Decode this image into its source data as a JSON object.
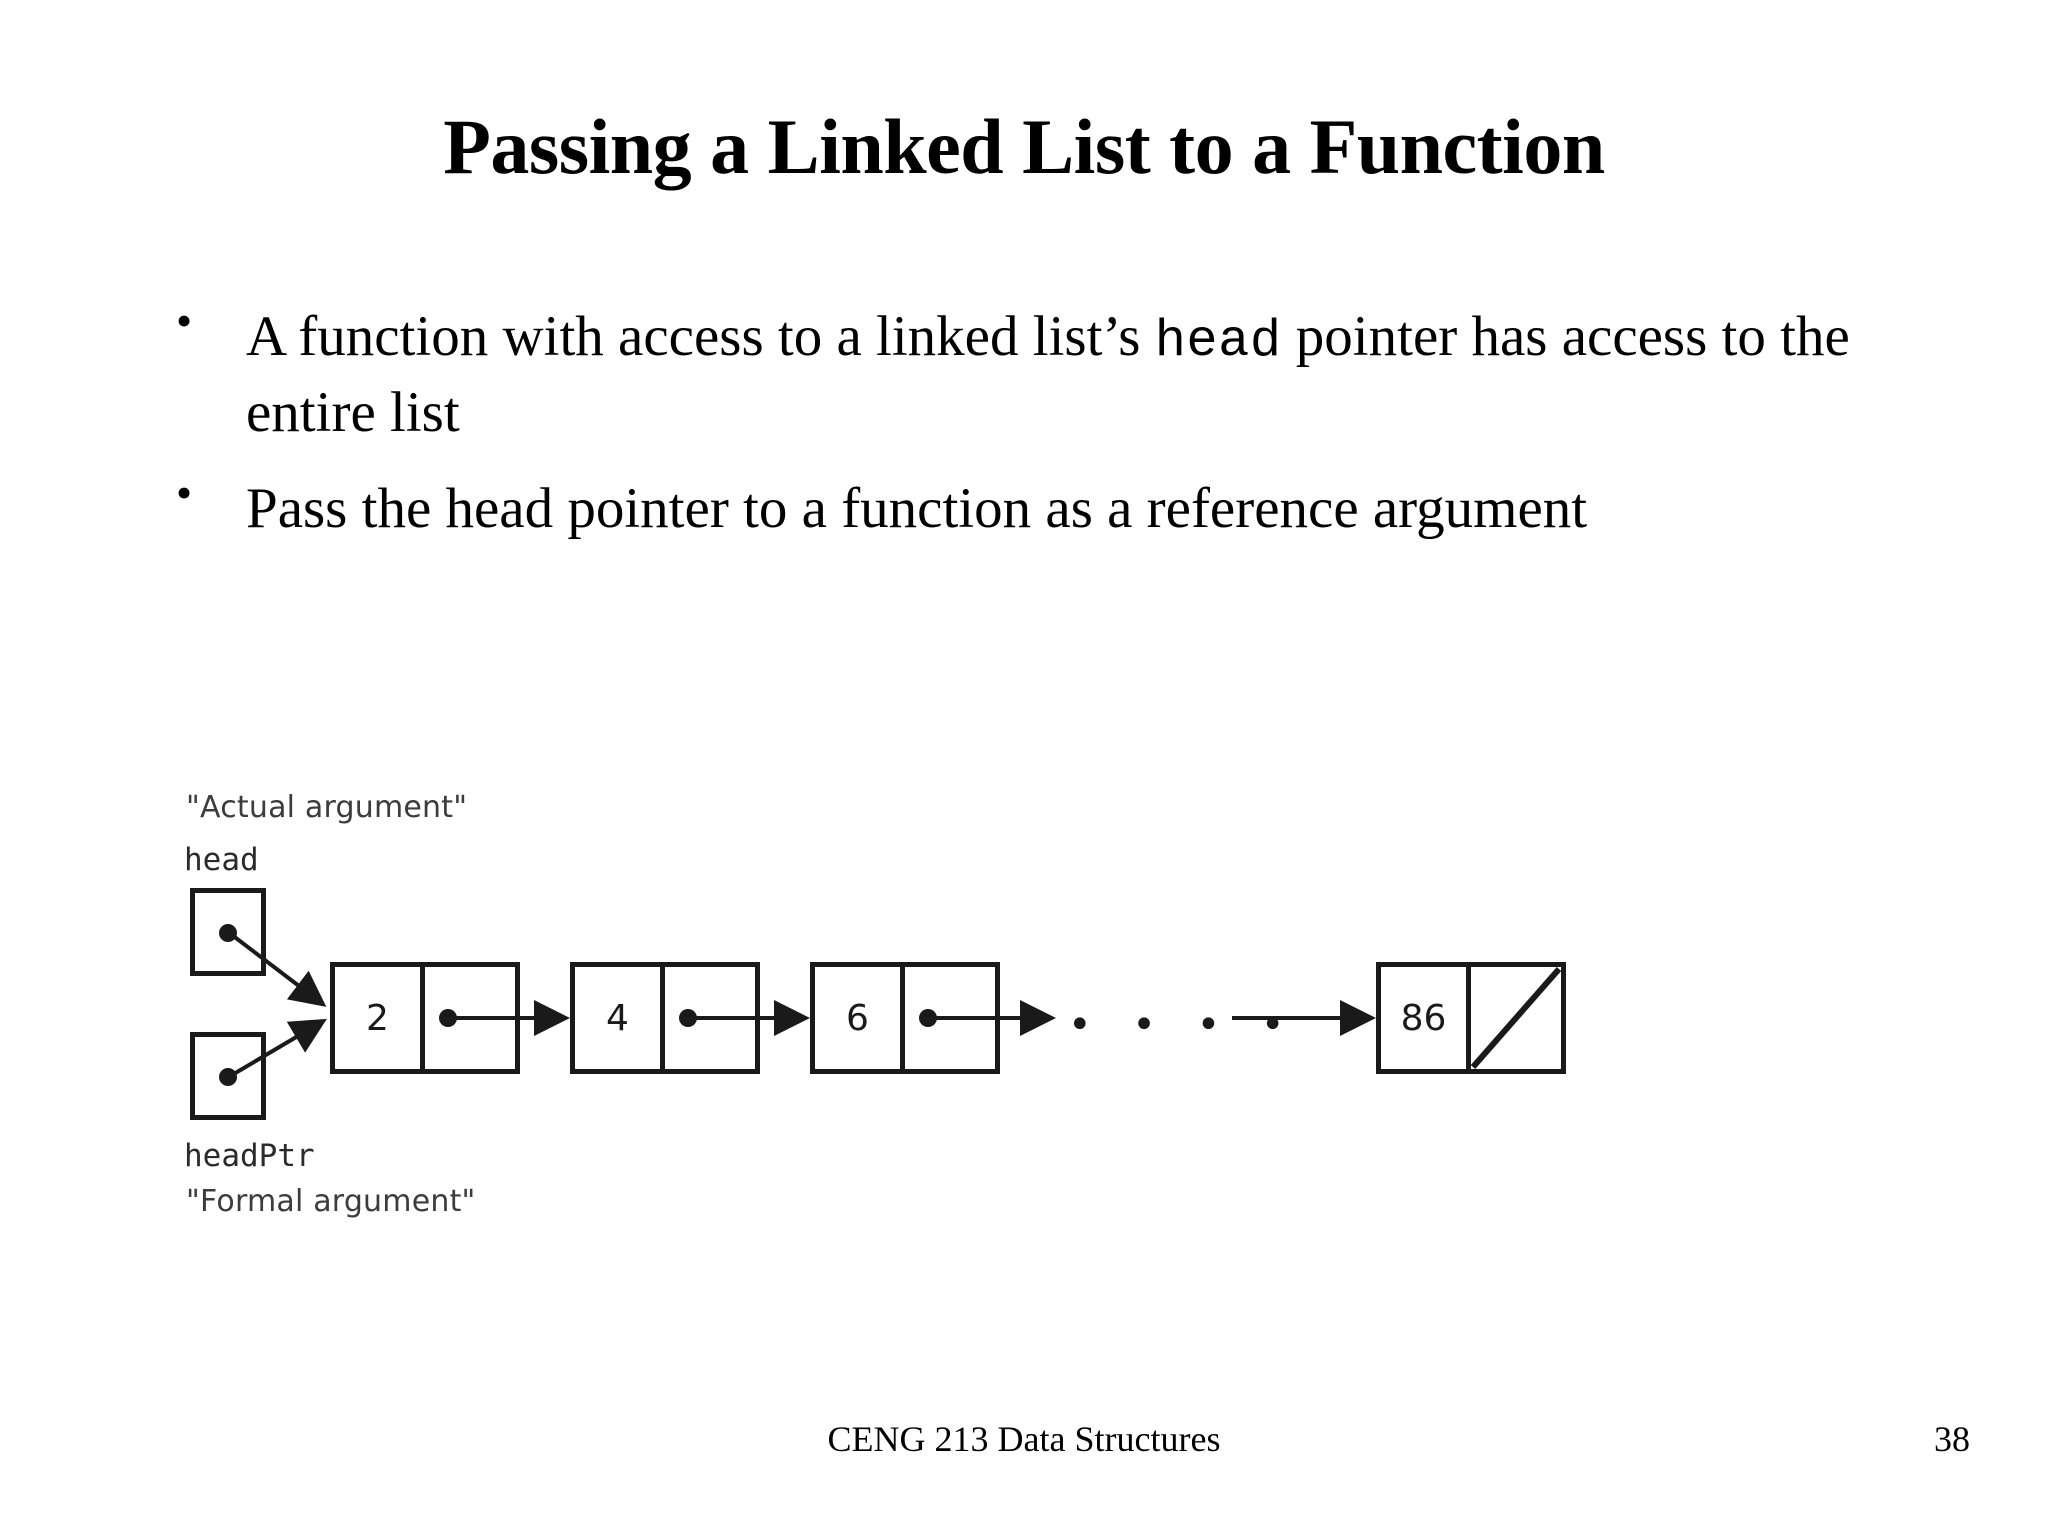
{
  "slide": {
    "title": "Passing a Linked List to a Function",
    "bullets": [
      {
        "marker": "•",
        "text_before": "A function with access to a linked list’s ",
        "code": "head",
        "text_after": " pointer has access to the entire list"
      },
      {
        "marker": "•",
        "text_before": "Pass the head pointer to a function as a reference argument",
        "code": "",
        "text_after": ""
      }
    ],
    "footer": {
      "course": "CENG 213 Data Structures",
      "page_number": "38"
    }
  },
  "diagram": {
    "actual_argument_label": "\"Actual argument\"",
    "head_label": "head",
    "headptr_label": "headPtr",
    "formal_argument_label": "\"Formal argument\"",
    "ellipsis": "• • • •",
    "nodes": [
      {
        "value": "2",
        "next": "pointer"
      },
      {
        "value": "4",
        "next": "pointer"
      },
      {
        "value": "6",
        "next": "pointer"
      },
      {
        "value": "86",
        "next": "null"
      }
    ],
    "colors": {
      "stroke": "#1a1a1a",
      "label_gray": "#3c3c3c",
      "background": "#ffffff"
    }
  }
}
